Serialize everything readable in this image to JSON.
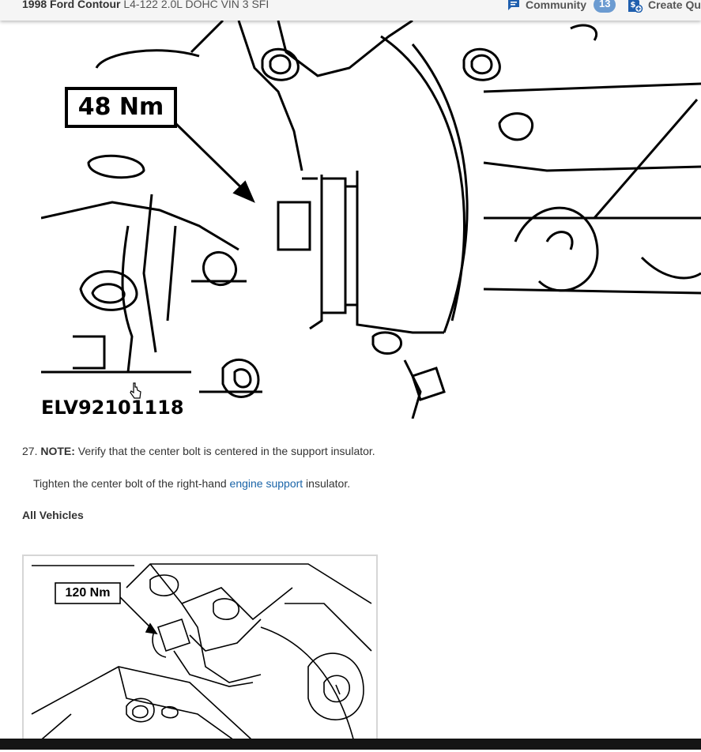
{
  "header": {
    "vehicle_make_model": "1998 Ford Contour",
    "engine": "L4-122 2.0L DOHC VIN 3 SFI",
    "community_label": "Community",
    "community_count": "13",
    "create_quote_label": "Create Quo"
  },
  "figure1": {
    "torque_label": "48 Nm",
    "figure_id": "ELV92101118"
  },
  "step": {
    "number": "27.",
    "note_label": "NOTE:",
    "note_text": " Verify that the center bolt is centered in the support insulator.",
    "instruction_prefix": "Tighten the center bolt of the right-hand ",
    "instruction_link": "engine support",
    "instruction_suffix": " insulator."
  },
  "section": {
    "heading": "All Vehicles"
  },
  "figure2": {
    "torque_label": "120 Nm"
  },
  "colors": {
    "link": "#1a64a8",
    "badge": "#6b9bd1",
    "icon": "#1f5fae"
  }
}
